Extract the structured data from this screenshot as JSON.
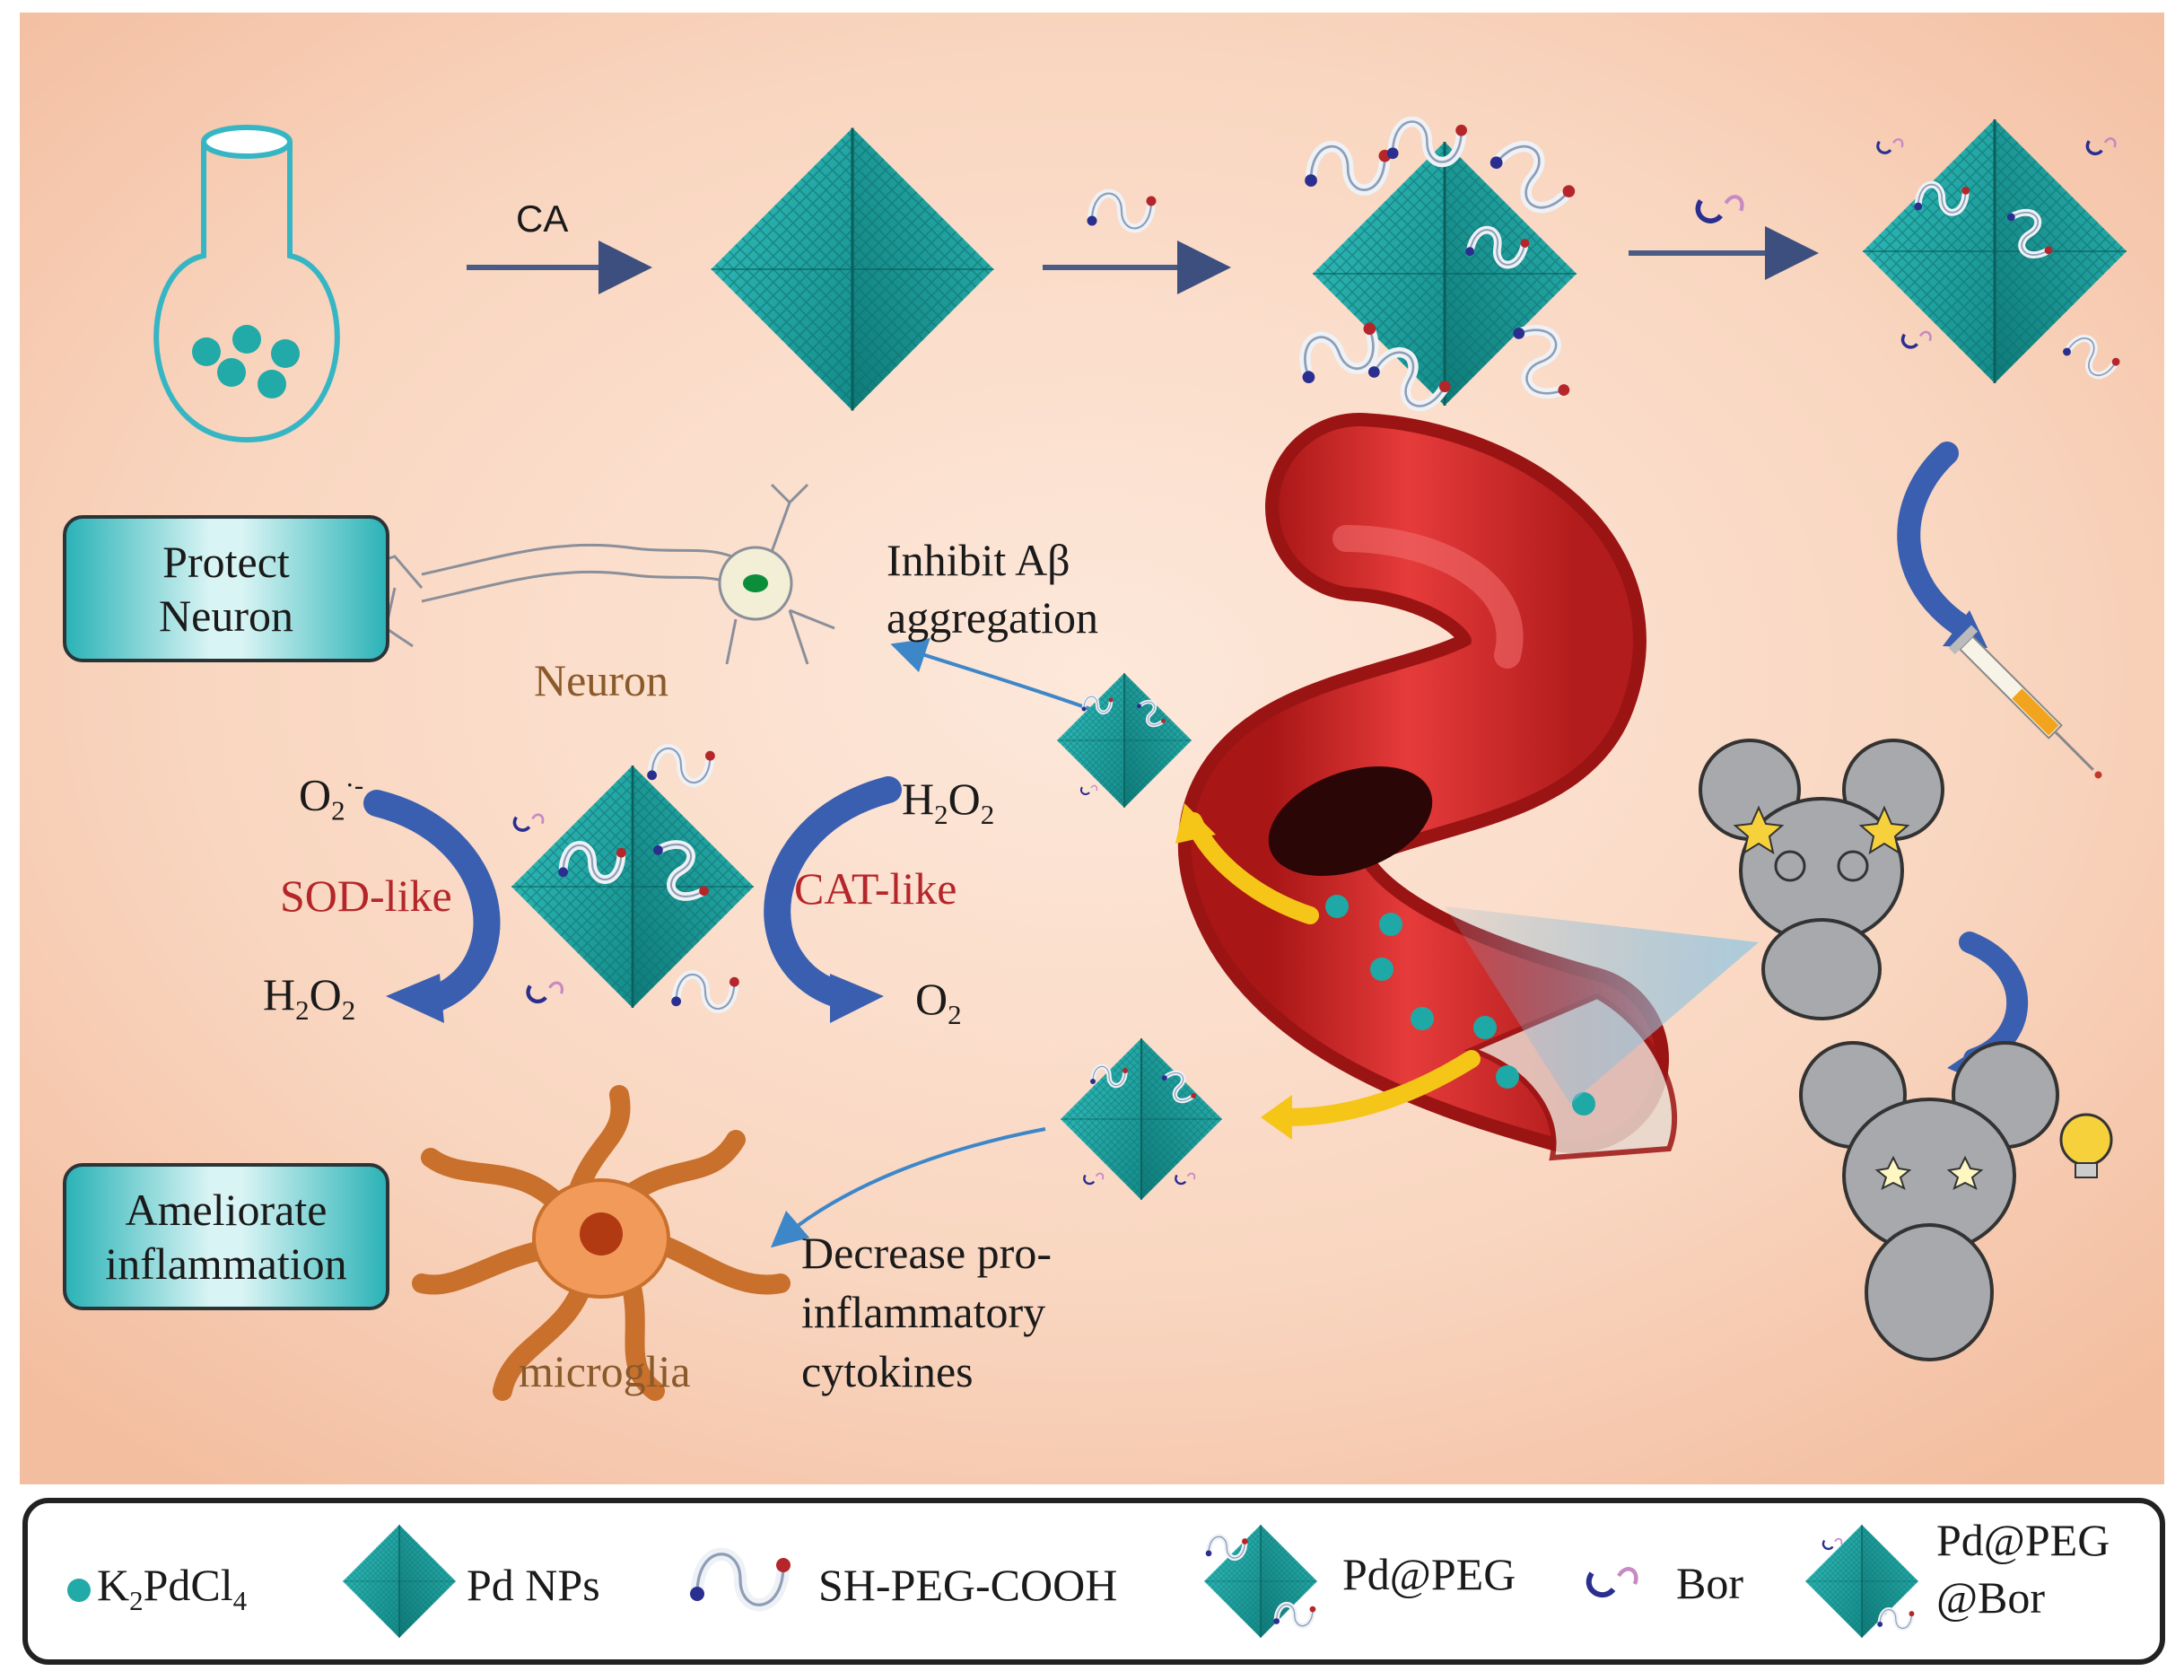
{
  "steps": {
    "ca": "CA"
  },
  "effects": {
    "protect_neuron": [
      "Protect",
      "Neuron"
    ],
    "neuron": "Neuron",
    "inhibit": [
      "Inhibit Aβ",
      "aggregation"
    ],
    "sod_like": "SOD-like",
    "cat_like": "CAT-like",
    "ameliorate": [
      "Ameliorate",
      "inflammation"
    ],
    "microglia": "microglia",
    "decrease": [
      "Decrease pro-",
      "inflammatory",
      "cytokines"
    ]
  },
  "reactions": {
    "o2_radical": {
      "base": "O",
      "sub": "2",
      "sup": "·-"
    },
    "h2o2_left": {
      "base": "H",
      "sub1": "2",
      "mid": "O",
      "sub2": "2"
    },
    "h2o2_right": {
      "base": "H",
      "sub1": "2",
      "mid": "O",
      "sub2": "2"
    },
    "o2": {
      "base": "O",
      "sub": "2"
    }
  },
  "legend": {
    "k2pdcl4": {
      "a": "K",
      "sub1": "2",
      "b": "PdCl",
      "sub2": "4"
    },
    "pd_nps": "Pd NPs",
    "sh_peg": "SH-PEG-COOH",
    "pd_peg": "Pd@PEG",
    "bor": "Bor",
    "pd_peg_bor": [
      "Pd@PEG",
      "@Bor"
    ]
  },
  "colors": {
    "background_center": "#fbe3d4",
    "background_edge": "#f6c4a8",
    "nanoparticle": "#1fa9a6",
    "vessel": "#d42a2a",
    "enzyme_arrow": "#3a5fb0",
    "yellow_arrow": "#f5c518",
    "sod_cat_text": "#b5262a"
  }
}
